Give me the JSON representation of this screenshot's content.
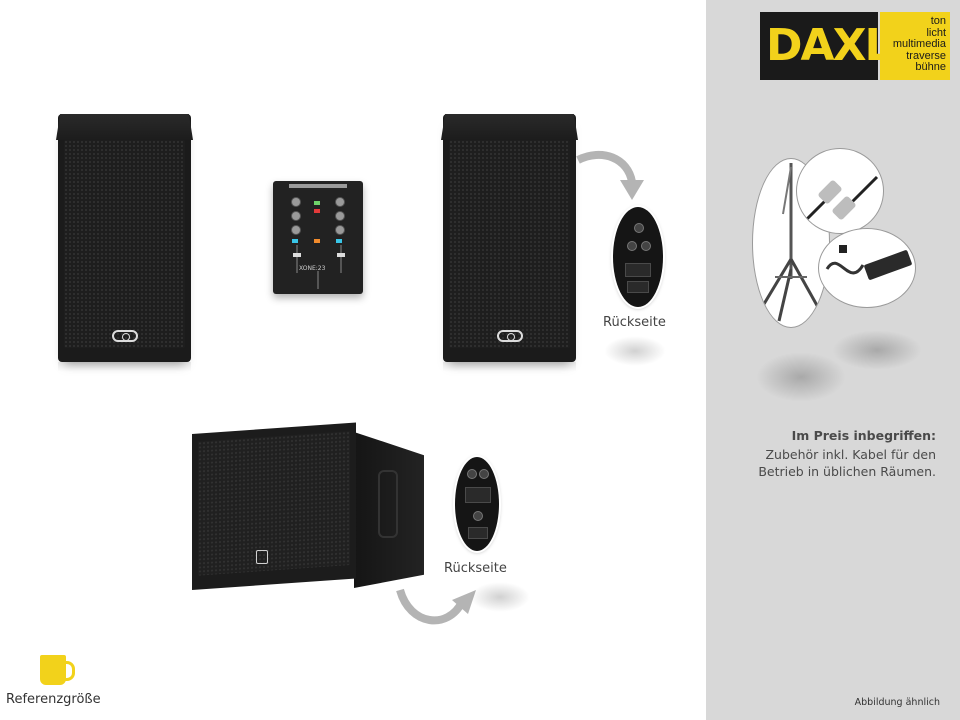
{
  "brand": {
    "wordmark": "DAXL",
    "tagline": [
      "ton",
      "licht",
      "multimedia",
      "traverse",
      "bühne"
    ],
    "colors": {
      "yellow": "#f2d21b",
      "black": "#1a1a1a",
      "sidebar": "#d8d8d8"
    }
  },
  "products": {
    "back_caption_1": "Rückseite",
    "back_caption_2": "Rückseite",
    "mixer_model": "XONE:23"
  },
  "included": {
    "title": "Im Preis inbegriffen:",
    "lines": [
      "Zubehör inkl. Kabel für den",
      "Betrieb in üblichen Räumen."
    ]
  },
  "reference": {
    "label": "Referenzgröße"
  },
  "disclaimer": "Abbildung ähnlich"
}
